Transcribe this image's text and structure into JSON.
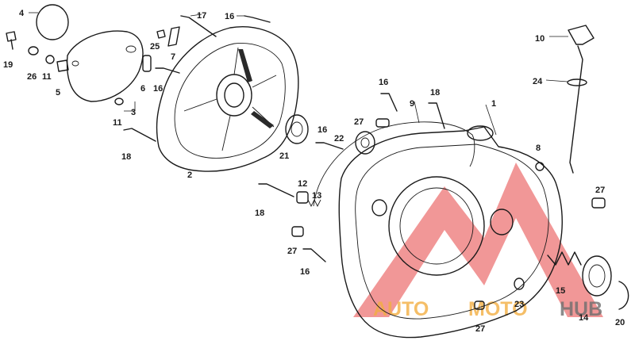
{
  "diagram": {
    "callouts": [
      {
        "id": "c1",
        "label": "1"
      },
      {
        "id": "c2",
        "label": "2"
      },
      {
        "id": "c3",
        "label": "3"
      },
      {
        "id": "c4",
        "label": "4"
      },
      {
        "id": "c5",
        "label": "5"
      },
      {
        "id": "c6",
        "label": "6"
      },
      {
        "id": "c7",
        "label": "7"
      },
      {
        "id": "c8",
        "label": "8"
      },
      {
        "id": "c9",
        "label": "9"
      },
      {
        "id": "c10",
        "label": "10"
      },
      {
        "id": "c11a",
        "label": "11"
      },
      {
        "id": "c11b",
        "label": "11"
      },
      {
        "id": "c12",
        "label": "12"
      },
      {
        "id": "c13",
        "label": "13"
      },
      {
        "id": "c14",
        "label": "14"
      },
      {
        "id": "c15",
        "label": "15"
      },
      {
        "id": "c16a",
        "label": "16"
      },
      {
        "id": "c16b",
        "label": "16"
      },
      {
        "id": "c16c",
        "label": "16"
      },
      {
        "id": "c16d",
        "label": "16"
      },
      {
        "id": "c16e",
        "label": "16"
      },
      {
        "id": "c17",
        "label": "17"
      },
      {
        "id": "c18a",
        "label": "18"
      },
      {
        "id": "c18b",
        "label": "18"
      },
      {
        "id": "c18c",
        "label": "18"
      },
      {
        "id": "c19",
        "label": "19"
      },
      {
        "id": "c20",
        "label": "20"
      },
      {
        "id": "c21",
        "label": "21"
      },
      {
        "id": "c22",
        "label": "22"
      },
      {
        "id": "c23",
        "label": "23"
      },
      {
        "id": "c24",
        "label": "24"
      },
      {
        "id": "c25",
        "label": "25"
      },
      {
        "id": "c26",
        "label": "26"
      },
      {
        "id": "c27a",
        "label": "27"
      },
      {
        "id": "c27b",
        "label": "27"
      },
      {
        "id": "c27c",
        "label": "27"
      },
      {
        "id": "c27d",
        "label": "27"
      }
    ]
  },
  "watermark": {
    "text_auto": "AUTO",
    "text_moto": "MOTO",
    "text_hub": "HUB",
    "colors": {
      "red": "#e02020",
      "orange": "#f0a020",
      "gray": "#555555"
    }
  }
}
